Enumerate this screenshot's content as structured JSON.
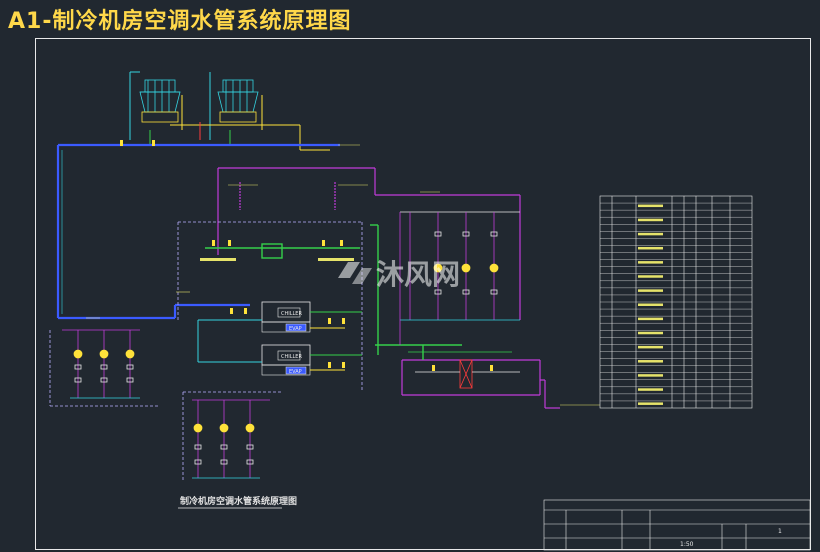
{
  "title": "A1-制冷机房空调水管系统原理图",
  "diagram_caption": "制冷机房空调水管系统原理图",
  "watermark": "沐风网",
  "equipment_labels": {
    "chiller_1": "CHILLER",
    "chiller_2": "CHILLER",
    "evaporator_1": "EVAP",
    "evaporator_2": "EVAP"
  },
  "title_block": {
    "scale_value": "1:50",
    "sheet_value": "1"
  },
  "colors": {
    "background": "#212830",
    "title": "#ffd84a",
    "chilled_water": "#3b5bff",
    "return_water": "#c13bd9",
    "supply_green": "#35d04a",
    "condenser": "#ffe23a",
    "cyan": "#35d3e0",
    "frame": "#e9e9e9",
    "red_pipe": "#ff3b3b"
  }
}
